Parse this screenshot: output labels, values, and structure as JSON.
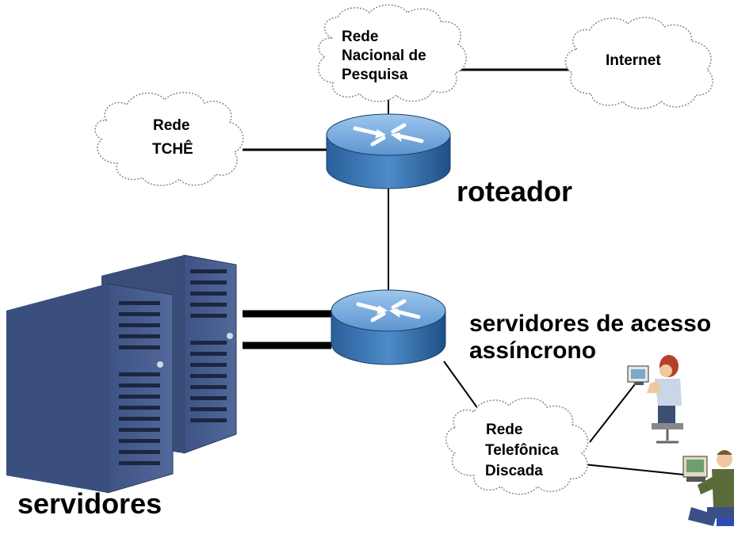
{
  "clouds": {
    "rnp": {
      "lines": [
        "Rede",
        "Nacional de",
        "Pesquisa"
      ]
    },
    "internet": {
      "lines": [
        "Internet"
      ]
    },
    "tche": {
      "lines": [
        "Rede",
        "TCHÊ"
      ]
    },
    "telefonica": {
      "lines": [
        "Rede",
        "Telefônica",
        "Discada"
      ]
    }
  },
  "labels": {
    "router": "roteador",
    "access_servers_line1": "servidores de acesso",
    "access_servers_line2": "assíncrono",
    "servers": "servidores"
  },
  "colors": {
    "router_top": "#7fb0e0",
    "router_side": "#2e6fb0",
    "server_body": "#4a5f8c",
    "line": "#000000"
  },
  "icons": [
    "cloud-icon",
    "router-icon",
    "server-rack-icon",
    "user-at-computer-icon"
  ]
}
